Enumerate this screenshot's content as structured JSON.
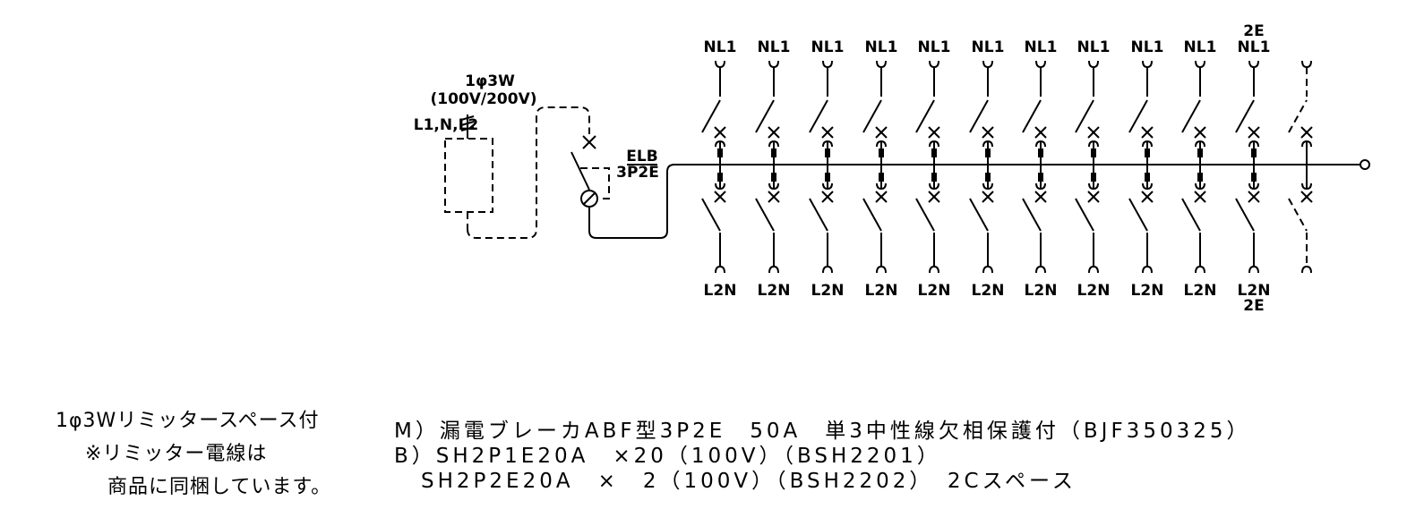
{
  "supply": {
    "phase": "1φ3W",
    "voltage": "(100V/200V)",
    "lines": "L1,N,L2"
  },
  "main_breaker": {
    "name": "ELB",
    "poles": "3P2E"
  },
  "branches": {
    "top_labels": [
      "NL1",
      "NL1",
      "NL1",
      "NL1",
      "NL1",
      "NL1",
      "NL1",
      "NL1",
      "NL1",
      "NL1",
      "NL1"
    ],
    "bottom_labels": [
      "L2N",
      "L2N",
      "L2N",
      "L2N",
      "L2N",
      "L2N",
      "L2N",
      "L2N",
      "L2N",
      "L2N",
      "L2N"
    ],
    "earth_top": "2E",
    "earth_bottom": "2E",
    "count": 11,
    "spare_count": 1
  },
  "notes": {
    "limiter_line1": "1φ3Wリミッタースペース付",
    "limiter_line2": "※リミッター電線は",
    "limiter_line3": "商品に同梱しています。"
  },
  "specs": {
    "line_m": "M）漏電ブレーカABF型3P2E　50A　単3中性線欠相保護付（BJF350325）",
    "line_b1": "B）SH2P1E20A　×20（100V）（BSH2201）",
    "line_b2": "SH2P2E20A　×　2（100V）（BSH2202）　2Cスペース"
  }
}
